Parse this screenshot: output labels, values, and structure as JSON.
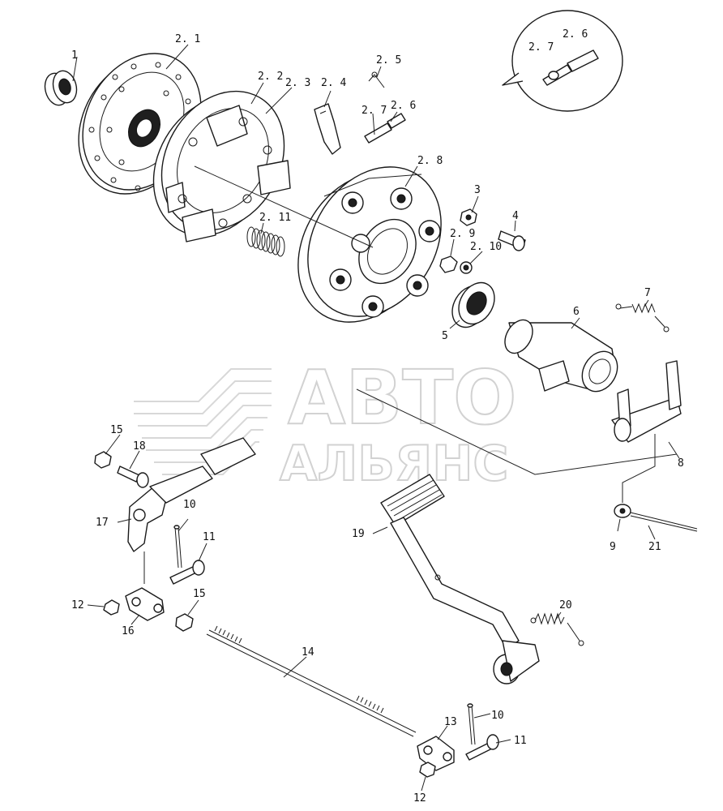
{
  "watermark": {
    "line1": "АВТО",
    "line2": "АЛЬЯНС"
  },
  "callouts": [
    {
      "id": "c-2-1",
      "text": "2. 1"
    },
    {
      "id": "c-1",
      "text": "1"
    },
    {
      "id": "c-2-2",
      "text": "2. 2"
    },
    {
      "id": "c-2-3",
      "text": "2. 3"
    },
    {
      "id": "c-2-4",
      "text": "2. 4"
    },
    {
      "id": "c-2-5",
      "text": "2. 5"
    },
    {
      "id": "c-2-7a",
      "text": "2. 7"
    },
    {
      "id": "c-2-6a",
      "text": "2. 6"
    },
    {
      "id": "c-2-6b",
      "text": "2. 6"
    },
    {
      "id": "c-2-7b",
      "text": "2. 7"
    },
    {
      "id": "c-2-8",
      "text": "2. 8"
    },
    {
      "id": "c-3",
      "text": "3"
    },
    {
      "id": "c-4",
      "text": "4"
    },
    {
      "id": "c-2-11",
      "text": "2. 11"
    },
    {
      "id": "c-2-9",
      "text": "2. 9"
    },
    {
      "id": "c-2-10",
      "text": "2. 10"
    },
    {
      "id": "c-5",
      "text": "5"
    },
    {
      "id": "c-6",
      "text": "6"
    },
    {
      "id": "c-7",
      "text": "7"
    },
    {
      "id": "c-8",
      "text": "8"
    },
    {
      "id": "c-9",
      "text": "9"
    },
    {
      "id": "c-21",
      "text": "21"
    },
    {
      "id": "c-15a",
      "text": "15"
    },
    {
      "id": "c-18",
      "text": "18"
    },
    {
      "id": "c-17",
      "text": "17"
    },
    {
      "id": "c-10a",
      "text": "10"
    },
    {
      "id": "c-11a",
      "text": "11"
    },
    {
      "id": "c-12a",
      "text": "12"
    },
    {
      "id": "c-16",
      "text": "16"
    },
    {
      "id": "c-15b",
      "text": "15"
    },
    {
      "id": "c-19",
      "text": "19"
    },
    {
      "id": "c-20",
      "text": "20"
    },
    {
      "id": "c-14",
      "text": "14"
    },
    {
      "id": "c-13",
      "text": "13"
    },
    {
      "id": "c-10b",
      "text": "10"
    },
    {
      "id": "c-11b",
      "text": "11"
    },
    {
      "id": "c-12b",
      "text": "12"
    }
  ]
}
